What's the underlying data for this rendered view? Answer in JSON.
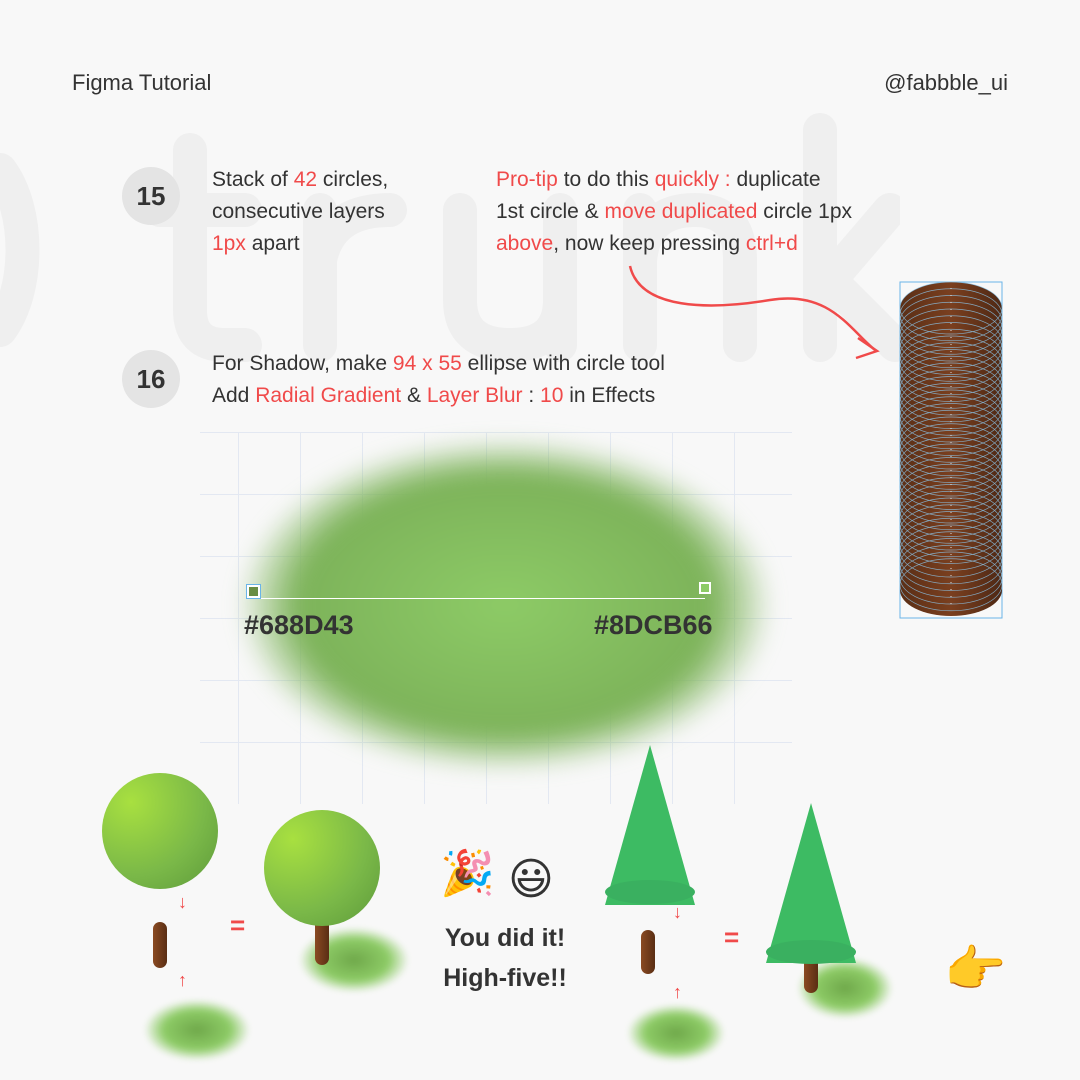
{
  "header": {
    "title": "Figma Tutorial",
    "handle": "@fabbble_ui"
  },
  "watermark": "trunk",
  "step15": {
    "number": "15",
    "left": [
      {
        "t": "Stack of "
      },
      {
        "t": "42",
        "r": 1
      },
      {
        "t": " circles,"
      },
      {
        "br": 1
      },
      {
        "t": "consecutive layers"
      },
      {
        "br": 1
      },
      {
        "t": "1px",
        "r": 1
      },
      {
        "t": " apart"
      }
    ],
    "tip": [
      {
        "t": "Pro-tip",
        "r": 1
      },
      {
        "t": " to do this "
      },
      {
        "t": "quickly :",
        "r": 1
      },
      {
        "t": " duplicate"
      },
      {
        "br": 1
      },
      {
        "t": "1st circle & "
      },
      {
        "t": "move duplicated",
        "r": 1
      },
      {
        "t": " circle 1px"
      },
      {
        "br": 1
      },
      {
        "t": "above",
        "r": 1
      },
      {
        "t": ", now keep pressing "
      },
      {
        "t": "ctrl+d",
        "r": 1
      }
    ]
  },
  "step16": {
    "number": "16",
    "text": [
      {
        "t": "For Shadow, make "
      },
      {
        "t": "94 x 55",
        "r": 1
      },
      {
        "t": " ellipse with circle tool"
      },
      {
        "br": 1
      },
      {
        "t": "Add  "
      },
      {
        "t": "Radial Gradient",
        "r": 1
      },
      {
        "t": " & "
      },
      {
        "t": "Layer Blur",
        "r": 1
      },
      {
        "t": " : "
      },
      {
        "t": "10",
        "r": 1
      },
      {
        "t": " in Effects"
      }
    ]
  },
  "gradient": {
    "start": "#688D43",
    "end": "#8DCB66"
  },
  "equals": "=",
  "celebration": {
    "line1": "You did it!",
    "line2": "High-five!!",
    "emoji1": "🎉",
    "emoji2": "😃"
  },
  "pointer": "👉",
  "colors": {
    "accent": "#f04a4a",
    "trunk": "#6b3a1c"
  }
}
